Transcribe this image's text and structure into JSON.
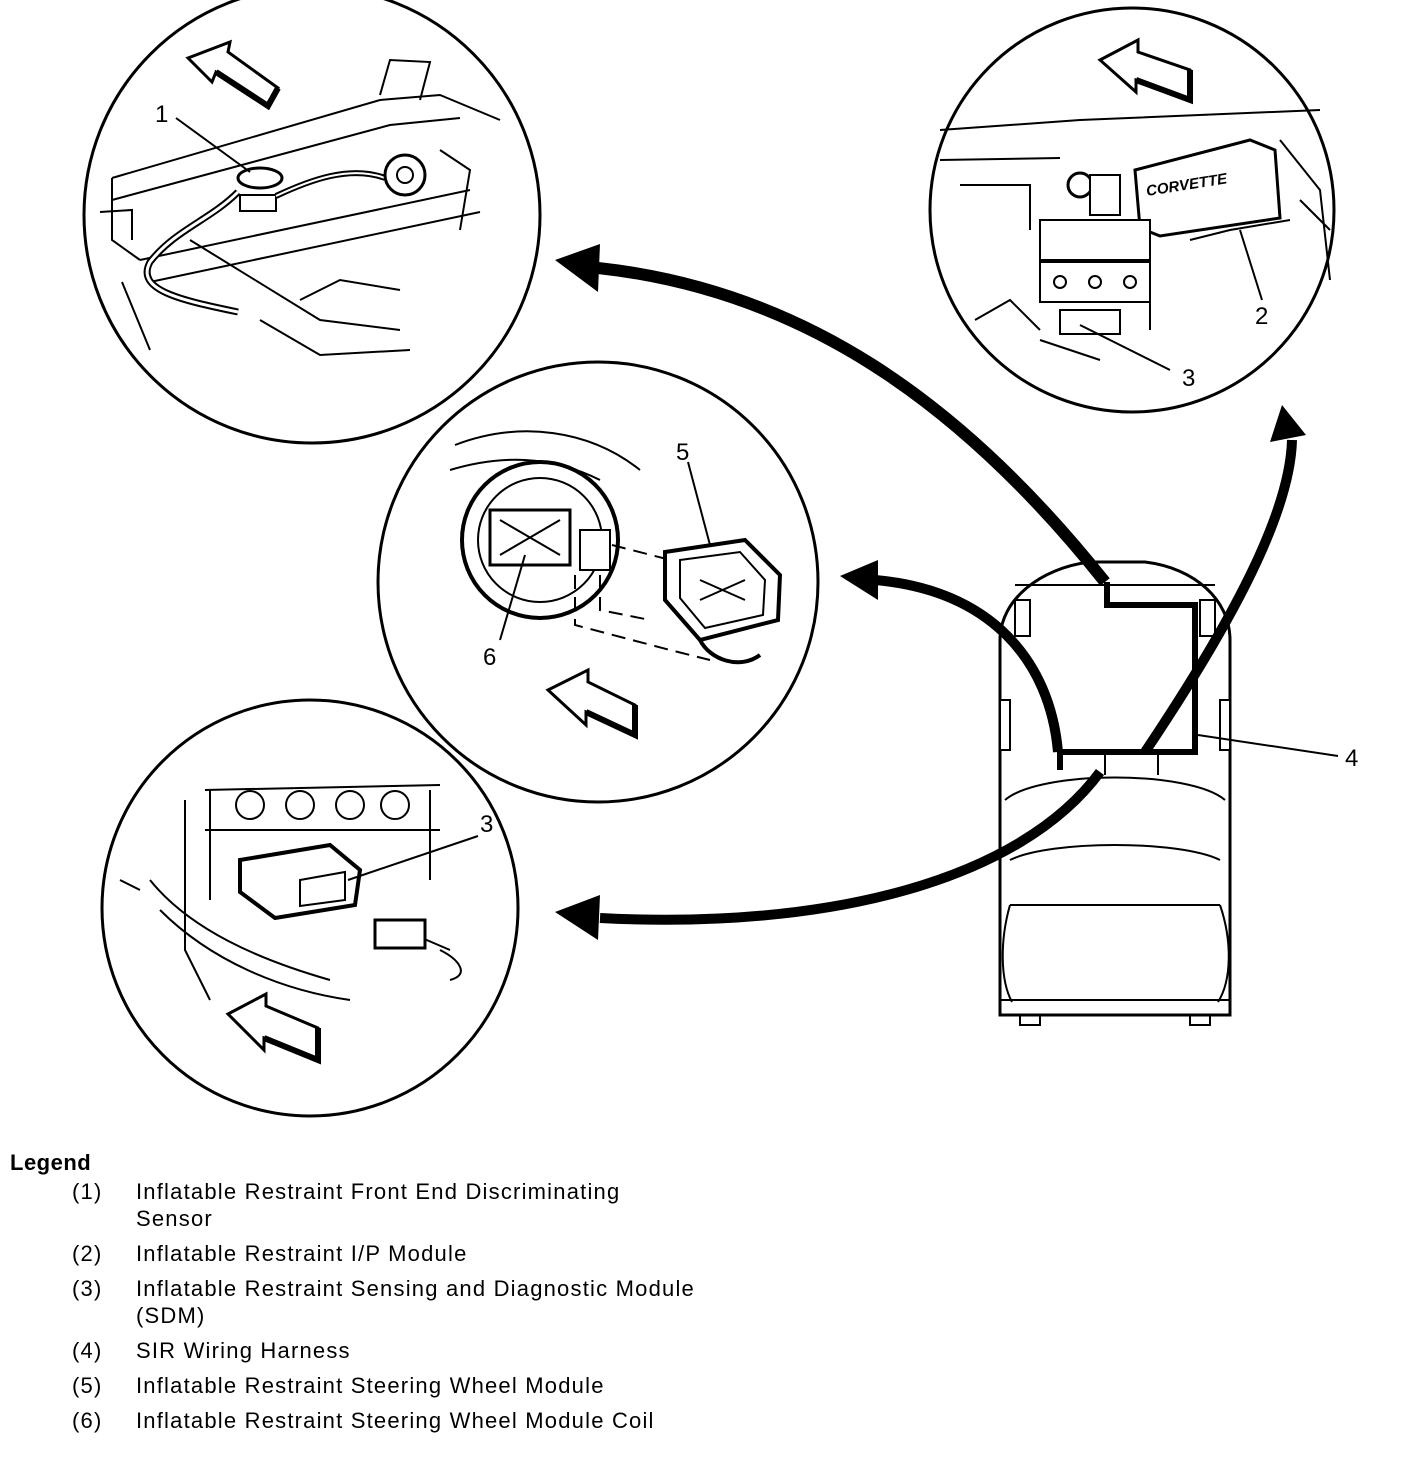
{
  "callouts": [
    {
      "id": "1",
      "label": "1"
    },
    {
      "id": "2",
      "label": "2"
    },
    {
      "id": "3a",
      "label": "3"
    },
    {
      "id": "3b",
      "label": "3"
    },
    {
      "id": "4",
      "label": "4"
    },
    {
      "id": "5",
      "label": "5"
    },
    {
      "id": "6",
      "label": "6"
    }
  ],
  "badge": {
    "text": "CORVETTE"
  },
  "legend": {
    "title": "Legend",
    "items": [
      {
        "num": "(1)",
        "text": "Inflatable Restraint Front End Discriminating Sensor"
      },
      {
        "num": "(2)",
        "text": "Inflatable Restraint I/P Module"
      },
      {
        "num": "(3)",
        "text": "Inflatable Restraint Sensing and Diagnostic Module (SDM)"
      },
      {
        "num": "(4)",
        "text": "SIR Wiring Harness"
      },
      {
        "num": "(5)",
        "text": "Inflatable Restraint Steering Wheel Module"
      },
      {
        "num": "(6)",
        "text": "Inflatable Restraint Steering Wheel Module Coil"
      }
    ]
  }
}
